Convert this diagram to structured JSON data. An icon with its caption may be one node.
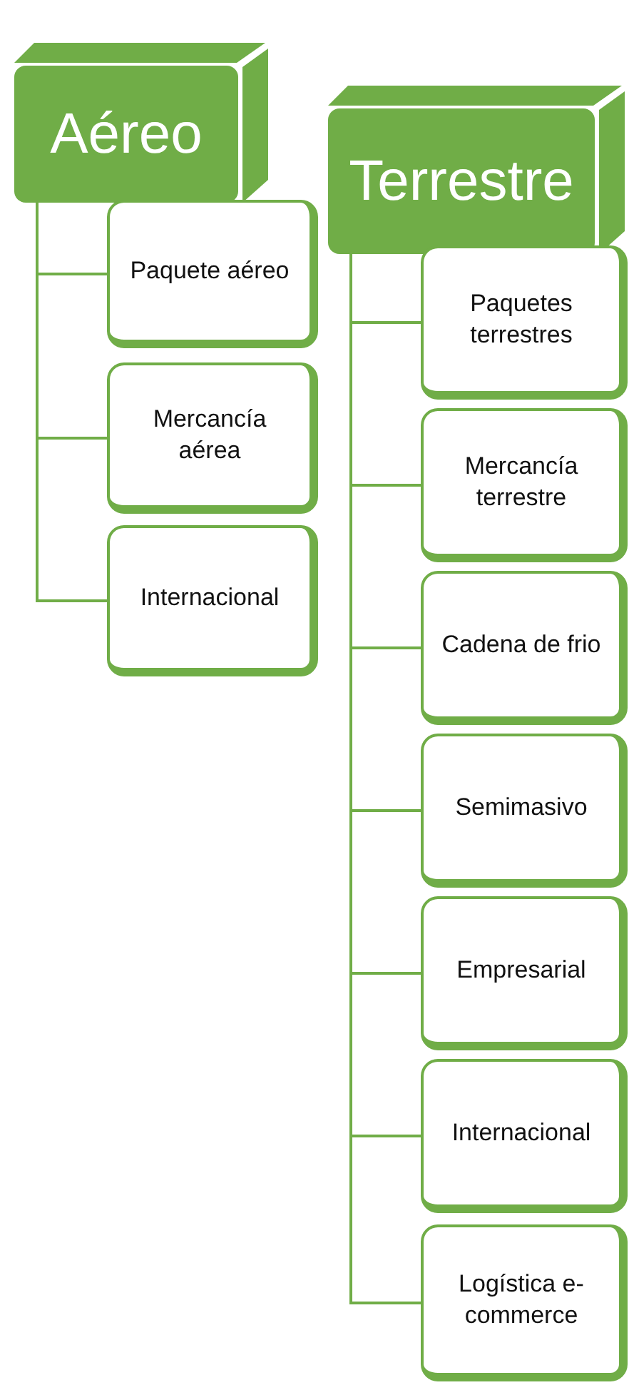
{
  "diagram": {
    "nodes": [
      {
        "text": [
          "Aéreo"
        ]
      },
      {
        "text": [
          "Paquete aéreo"
        ]
      },
      {
        "text": [
          "Mercancía aérea"
        ]
      },
      {
        "text": [
          "Internacional"
        ]
      },
      {
        "text": [
          "Terrestre"
        ]
      },
      {
        "text": [
          "Paquetes terrestres"
        ]
      },
      {
        "text": [
          "Mercancía terrestre"
        ]
      },
      {
        "text": [
          "Cadena de frio"
        ]
      },
      {
        "text": [
          "Semimasivo"
        ]
      },
      {
        "text": [
          "Empresarial"
        ]
      },
      {
        "text": [
          "Internacional"
        ]
      },
      {
        "text": [
          "Logística e-commerce"
        ]
      }
    ],
    "edges": [
      {
        "from": 0,
        "to": 1,
        "arrow": "none"
      },
      {
        "from": 0,
        "to": 2,
        "arrow": "none"
      },
      {
        "from": 0,
        "to": 3,
        "arrow": "none"
      },
      {
        "from": 4,
        "to": 5,
        "arrow": "none"
      },
      {
        "from": 4,
        "to": 6,
        "arrow": "none"
      },
      {
        "from": 4,
        "to": 7,
        "arrow": "none"
      },
      {
        "from": 4,
        "to": 8,
        "arrow": "none"
      },
      {
        "from": 4,
        "to": 9,
        "arrow": "none"
      },
      {
        "from": 4,
        "to": 10,
        "arrow": "none"
      },
      {
        "from": 4,
        "to": 11,
        "arrow": "none"
      }
    ]
  }
}
